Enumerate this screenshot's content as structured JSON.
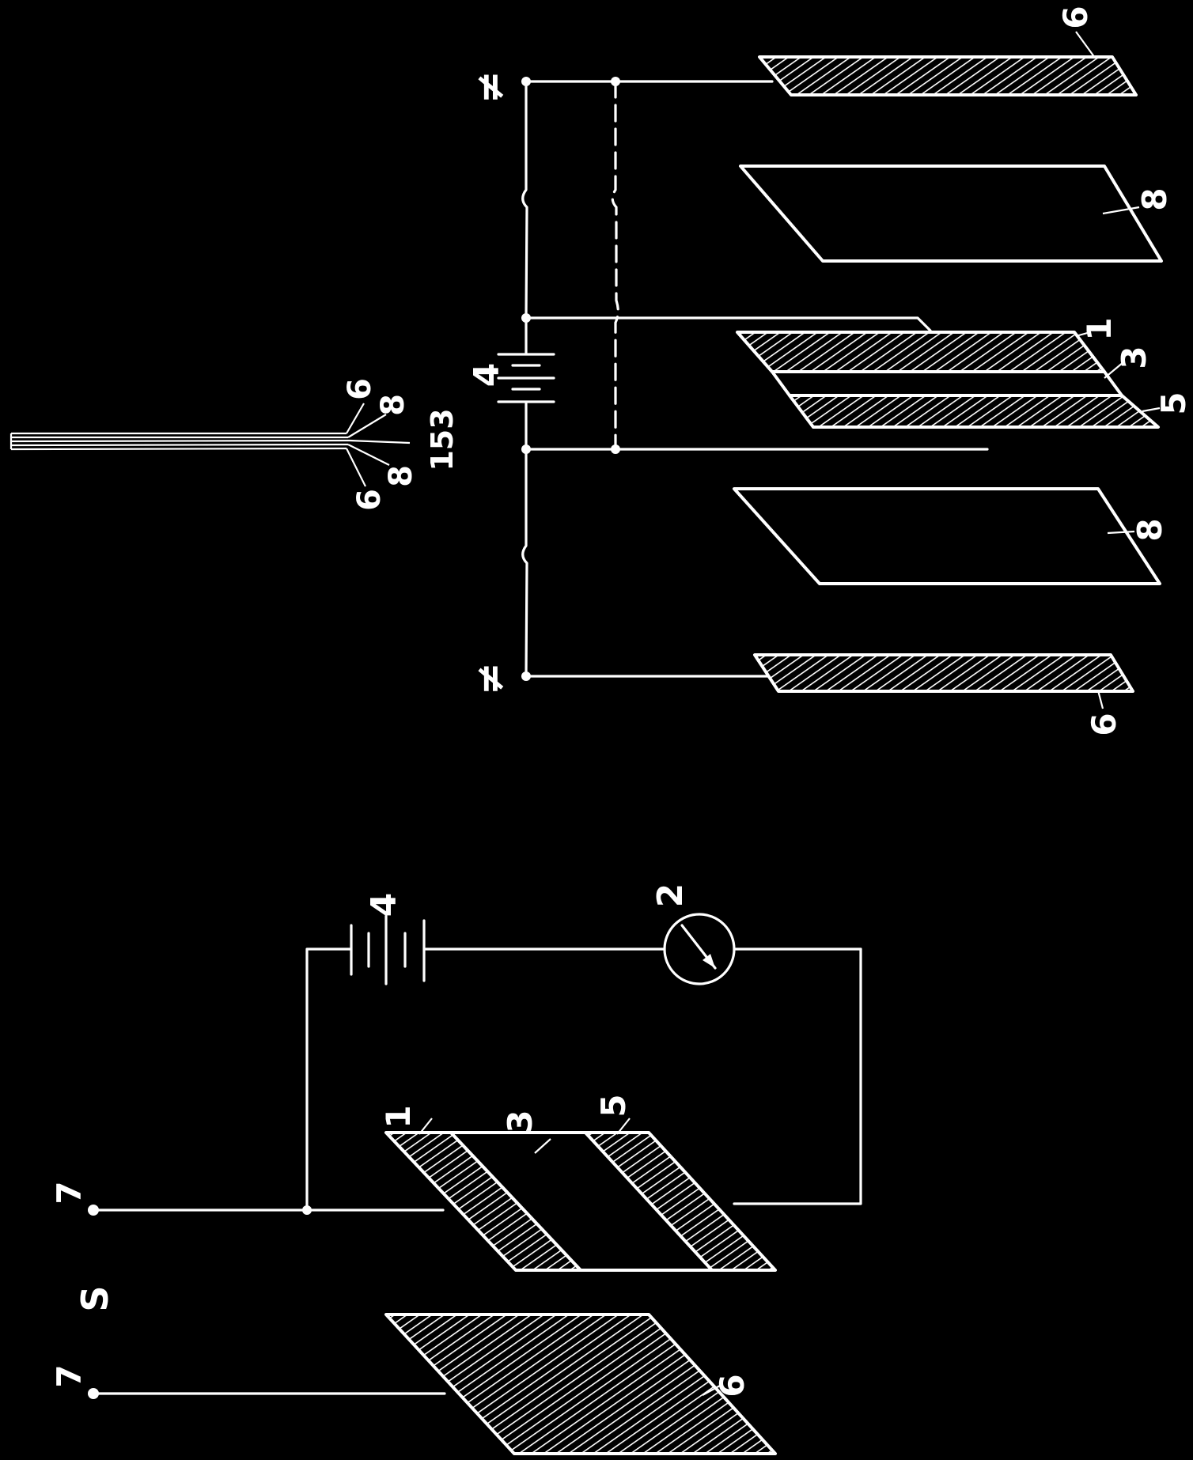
{
  "colors": {
    "background": "#000000",
    "foreground": "#ffffff"
  },
  "fig_top": {
    "labels": {
      "ground_top": "≠",
      "ground_bottom": "≠",
      "battery": "4",
      "plate_ground_top": "6",
      "plate_insul_top": "8",
      "plate_electrode_1": "1",
      "gap_3": "3",
      "plate_electrode_5": "5",
      "plate_insul_bottom": "8",
      "plate_ground_bottom": "6",
      "stack_6a": "6",
      "stack_8a": "8",
      "stack_153": "153",
      "stack_8b": "8",
      "stack_6b": "6"
    }
  },
  "fig_bottom": {
    "labels": {
      "battery": "4",
      "meter": "2",
      "plate_1": "1",
      "gap_3": "3",
      "plate_5": "5",
      "plate_6": "6",
      "terminal_a": "7",
      "terminal_b": "7",
      "side_mark": "S"
    }
  }
}
